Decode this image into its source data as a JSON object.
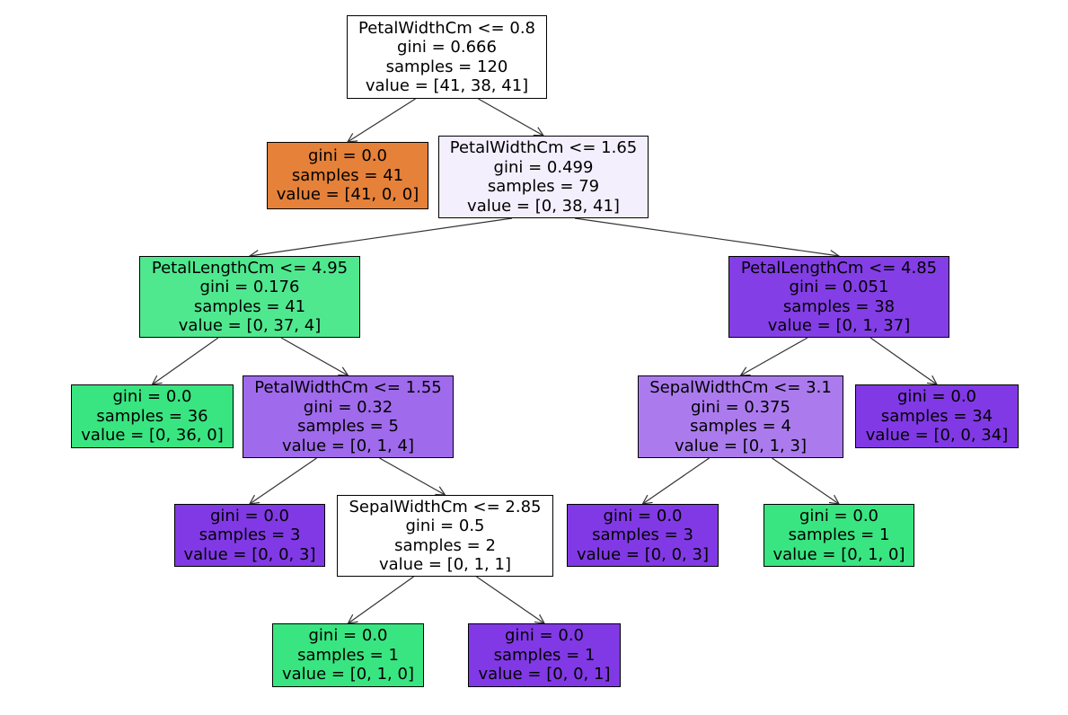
{
  "colors": {
    "setosa": "#e58139",
    "versicolor": "#39e581",
    "virginica": "#8139e5"
  },
  "nodes": [
    {
      "id": "n0",
      "lines": [
        "PetalWidthCm <= 0.8",
        "gini = 0.666",
        "samples = 120",
        "value = [41, 38, 41]"
      ],
      "fill": "#ffffff"
    },
    {
      "id": "n1",
      "lines": [
        "gini = 0.0",
        "samples = 41",
        "value = [41, 0, 0]"
      ],
      "fill": "#e58139"
    },
    {
      "id": "n2",
      "lines": [
        "PetalWidthCm <= 1.65",
        "gini = 0.499",
        "samples = 79",
        "value = [0, 38, 41]"
      ],
      "fill": "#f4effd"
    },
    {
      "id": "n3",
      "lines": [
        "PetalLengthCm <= 4.95",
        "gini = 0.176",
        "samples = 41",
        "value = [0, 37, 4]"
      ],
      "fill": "#4fe88f"
    },
    {
      "id": "n4",
      "lines": [
        "gini = 0.0",
        "samples = 36",
        "value = [0, 36, 0]"
      ],
      "fill": "#39e581"
    },
    {
      "id": "n5",
      "lines": [
        "PetalWidthCm <= 1.55",
        "gini = 0.32",
        "samples = 5",
        "value = [0, 1, 4]"
      ],
      "fill": "#a06aec"
    },
    {
      "id": "n6",
      "lines": [
        "gini = 0.0",
        "samples = 3",
        "value = [0, 0, 3]"
      ],
      "fill": "#8139e5"
    },
    {
      "id": "n7",
      "lines": [
        "SepalWidthCm <= 2.85",
        "gini = 0.5",
        "samples = 2",
        "value = [0, 1, 1]"
      ],
      "fill": "#ffffff"
    },
    {
      "id": "n8",
      "lines": [
        "gini = 0.0",
        "samples = 1",
        "value = [0, 1, 0]"
      ],
      "fill": "#39e581"
    },
    {
      "id": "n9",
      "lines": [
        "gini = 0.0",
        "samples = 1",
        "value = [0, 0, 1]"
      ],
      "fill": "#8139e5"
    },
    {
      "id": "n10",
      "lines": [
        "PetalLengthCm <= 4.85",
        "gini = 0.051",
        "samples = 38",
        "value = [0, 1, 37]"
      ],
      "fill": "#843ee6"
    },
    {
      "id": "n11",
      "lines": [
        "SepalWidthCm <= 3.1",
        "gini = 0.375",
        "samples = 4",
        "value = [0, 1, 3]"
      ],
      "fill": "#ab7bee"
    },
    {
      "id": "n12",
      "lines": [
        "gini = 0.0",
        "samples = 3",
        "value = [0, 0, 3]"
      ],
      "fill": "#8139e5"
    },
    {
      "id": "n13",
      "lines": [
        "gini = 0.0",
        "samples = 1",
        "value = [0, 1, 0]"
      ],
      "fill": "#39e581"
    },
    {
      "id": "n14",
      "lines": [
        "gini = 0.0",
        "samples = 34",
        "value = [0, 0, 34]"
      ],
      "fill": "#8139e5"
    }
  ],
  "edges": [
    {
      "from": "n0",
      "to": "n1"
    },
    {
      "from": "n0",
      "to": "n2"
    },
    {
      "from": "n2",
      "to": "n3"
    },
    {
      "from": "n2",
      "to": "n10"
    },
    {
      "from": "n3",
      "to": "n4"
    },
    {
      "from": "n3",
      "to": "n5"
    },
    {
      "from": "n5",
      "to": "n6"
    },
    {
      "from": "n5",
      "to": "n7"
    },
    {
      "from": "n7",
      "to": "n8"
    },
    {
      "from": "n7",
      "to": "n9"
    },
    {
      "from": "n10",
      "to": "n11"
    },
    {
      "from": "n10",
      "to": "n14"
    },
    {
      "from": "n11",
      "to": "n12"
    },
    {
      "from": "n11",
      "to": "n13"
    }
  ]
}
